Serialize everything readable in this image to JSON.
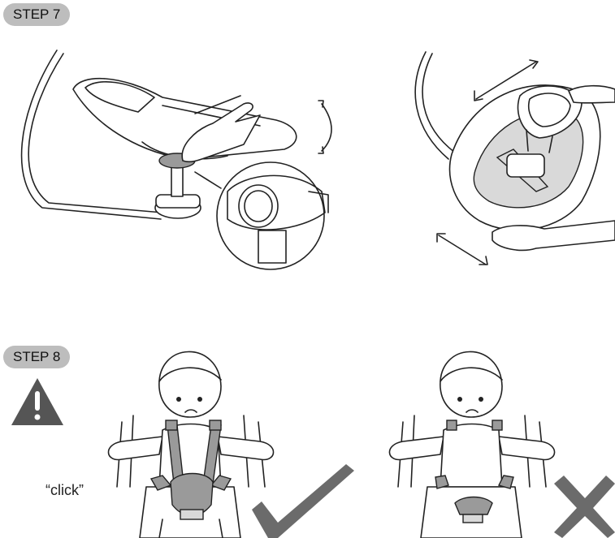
{
  "steps": {
    "step7": {
      "label": "STEP 7"
    },
    "step8": {
      "label": "STEP 8"
    }
  },
  "annotations": {
    "click_sound": "“click”"
  },
  "icons": {
    "warning": "warning-triangle-icon",
    "correct": "check-mark-icon",
    "incorrect": "cross-mark-icon"
  },
  "colors": {
    "pill": "#bdbdbd",
    "mark": "#6b6b6b",
    "warning": "#555555"
  }
}
